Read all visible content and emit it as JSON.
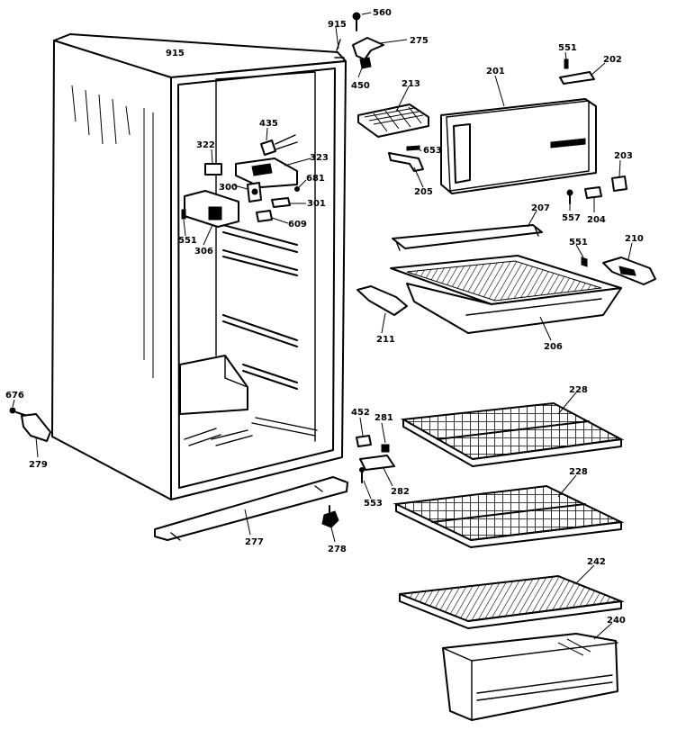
{
  "diagram": {
    "callouts": {
      "c560": "560",
      "c915a": "915",
      "c915b": "915",
      "c275": "275",
      "c450": "450",
      "c213": "213",
      "c201": "201",
      "c551a": "551",
      "c202": "202",
      "c435": "435",
      "c322": "322",
      "c323": "323",
      "c653": "653",
      "c681": "681",
      "c300": "300",
      "c301": "301",
      "c609": "609",
      "c551b": "551",
      "c306": "306",
      "c205": "205",
      "c203": "203",
      "c557": "557",
      "c204": "204",
      "c207": "207",
      "c551c": "551",
      "c210": "210",
      "c211": "211",
      "c206": "206",
      "c676": "676",
      "c279": "279",
      "c452": "452",
      "c281": "281",
      "c228a": "228",
      "c282": "282",
      "c553": "553",
      "c228b": "228",
      "c277": "277",
      "c278": "278",
      "c242": "242",
      "c240": "240"
    }
  }
}
